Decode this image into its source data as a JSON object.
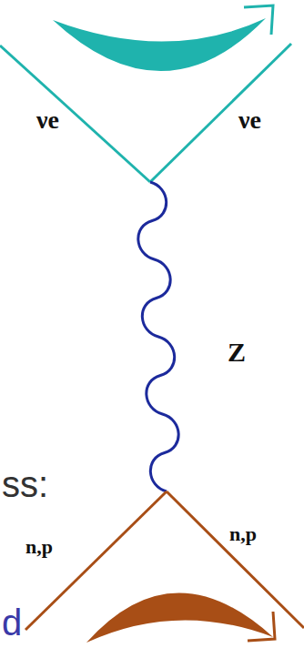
{
  "diagram": {
    "labels": [
      "νe",
      "νe",
      "Z",
      "ss:",
      "n,p",
      "n,p",
      "d"
    ]
  }
}
